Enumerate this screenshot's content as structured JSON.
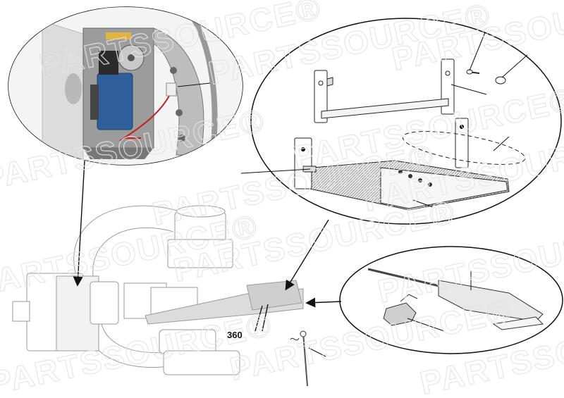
{
  "figure": {
    "part_number_callout": "360",
    "watermark_text": "PARTSSOURCE®",
    "colors": {
      "line": "#222222",
      "motor_blue": "#2f5f9a",
      "cable_red": "#c41e1e",
      "housing_gray": "#8a8a8a",
      "plate_pattern": "#9a9a9a"
    },
    "detail_views": [
      {
        "name": "motor-compartment-photo"
      },
      {
        "name": "bracket-exploded-view"
      },
      {
        "name": "rail-and-clip-view"
      }
    ]
  }
}
